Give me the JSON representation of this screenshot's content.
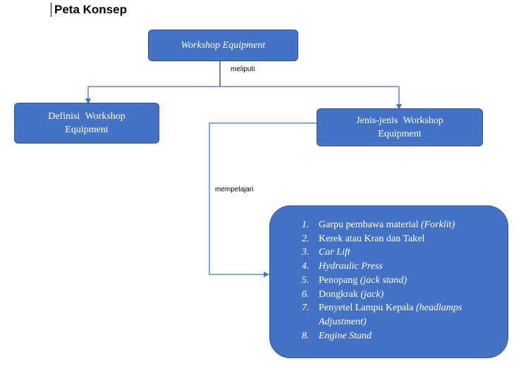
{
  "title": "Peta Konsep",
  "root": {
    "label": "Workshop Equipment"
  },
  "edges": {
    "meliputi": "meliputi",
    "mempelajari": "mempelajari"
  },
  "definisi": {
    "label": "Definisi  Workshop Equipment"
  },
  "jenis": {
    "label": "Jenis-jenis  Workshop Equipment"
  },
  "list": [
    {
      "num": "1.",
      "text": "Garpu pembawa material ",
      "italic": "(Forklit)"
    },
    {
      "num": "2.",
      "text": "Kerek atau Kran dan Takel",
      "italic": ""
    },
    {
      "num": "3.",
      "text": "",
      "italic": "Car Lift"
    },
    {
      "num": "4.",
      "text": "",
      "italic": "Hydraulic Press"
    },
    {
      "num": "5.",
      "text": "Penopang ",
      "italic": "(jack stand)"
    },
    {
      "num": "6.",
      "text": "Dongkrak ",
      "italic": "(jack)"
    },
    {
      "num": "7.",
      "text": "Penyetel Lampu Kepala ",
      "italic": "(headlamps Adjustment)"
    },
    {
      "num": "8.",
      "text": "",
      "italic": "Engine Stand"
    }
  ],
  "colors": {
    "node_fill": "#4472c4",
    "node_border": "#2f528f",
    "connector": "#4472c4"
  }
}
